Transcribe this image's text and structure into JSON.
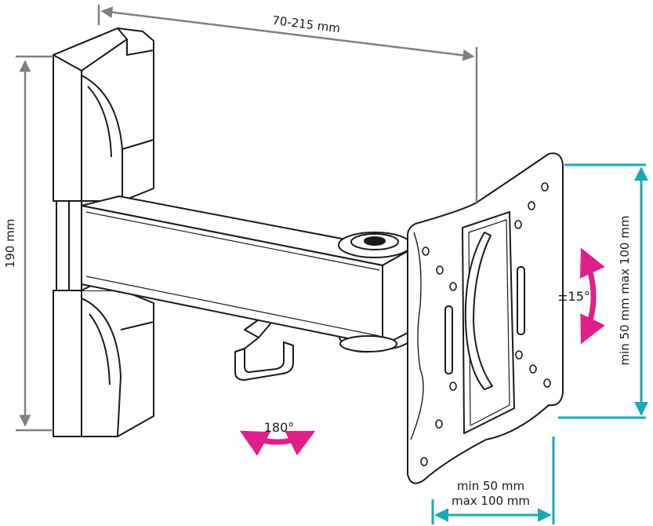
{
  "dimensions": {
    "depth": "70-215 mm",
    "height": "190 mm",
    "vesa_vertical": "min 50 mm max 100 mm",
    "vesa_horizontal_min": "min 50 mm",
    "vesa_horizontal_max": "max 100 mm"
  },
  "rotations": {
    "swivel": "180°",
    "tilt": "±15°"
  },
  "colors": {
    "outline": "#1a1a1a",
    "dimension_gray": "#808080",
    "vesa_teal": "#1aa8b8",
    "rotation_magenta": "#e0208a"
  }
}
